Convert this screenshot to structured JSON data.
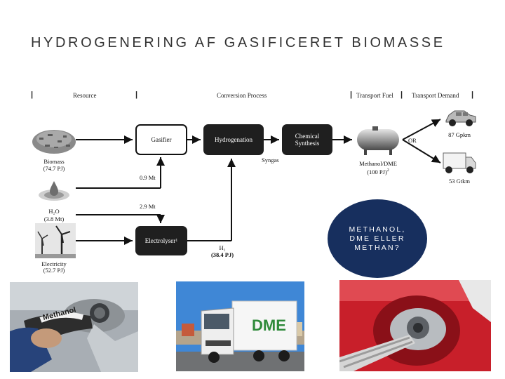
{
  "slide": {
    "title": "HYDROGENERING AF GASIFICERET BIOMASSE"
  },
  "diagram": {
    "headers": {
      "resource": "Resource",
      "conversion": "Conversion Process",
      "transport_fuel": "Transport Fuel",
      "transport_demand": "Transport Demand"
    },
    "nodes": {
      "gasifier": "Gasifier",
      "hydrogenation": "Hydrogenation",
      "chemical_synthesis": "Chemical Synthesis",
      "electrolyser": "Electrolyser",
      "or": "OR"
    },
    "resources": {
      "biomass": {
        "label": "Biomass",
        "value": "(74.7 PJ)"
      },
      "water": {
        "label": "H₂O",
        "value": "(3.8 Mt)"
      },
      "electricity": {
        "label": "Electricity",
        "value": "(52.7 PJ)"
      }
    },
    "flows": {
      "water_to_gasifier": "0.9 Mt",
      "water_to_electrolyser": "2.9 Mt",
      "syngas": "Syngas",
      "h2": "H₂",
      "h2_value": "(38.4 PJ)"
    },
    "fuel": {
      "label": "Methanol/DME",
      "value": "(100 PJ)"
    },
    "demand": {
      "car": "87 Gpkm",
      "truck": "53 Gtkm"
    },
    "footnote_marks": {
      "electrolyser": "1",
      "fuel": "2"
    }
  },
  "callout": {
    "text": "METHANOL, DME ELLER METHAN?"
  },
  "photos": {
    "truck_logo": "DME",
    "nozzle_text": "Methanol"
  }
}
